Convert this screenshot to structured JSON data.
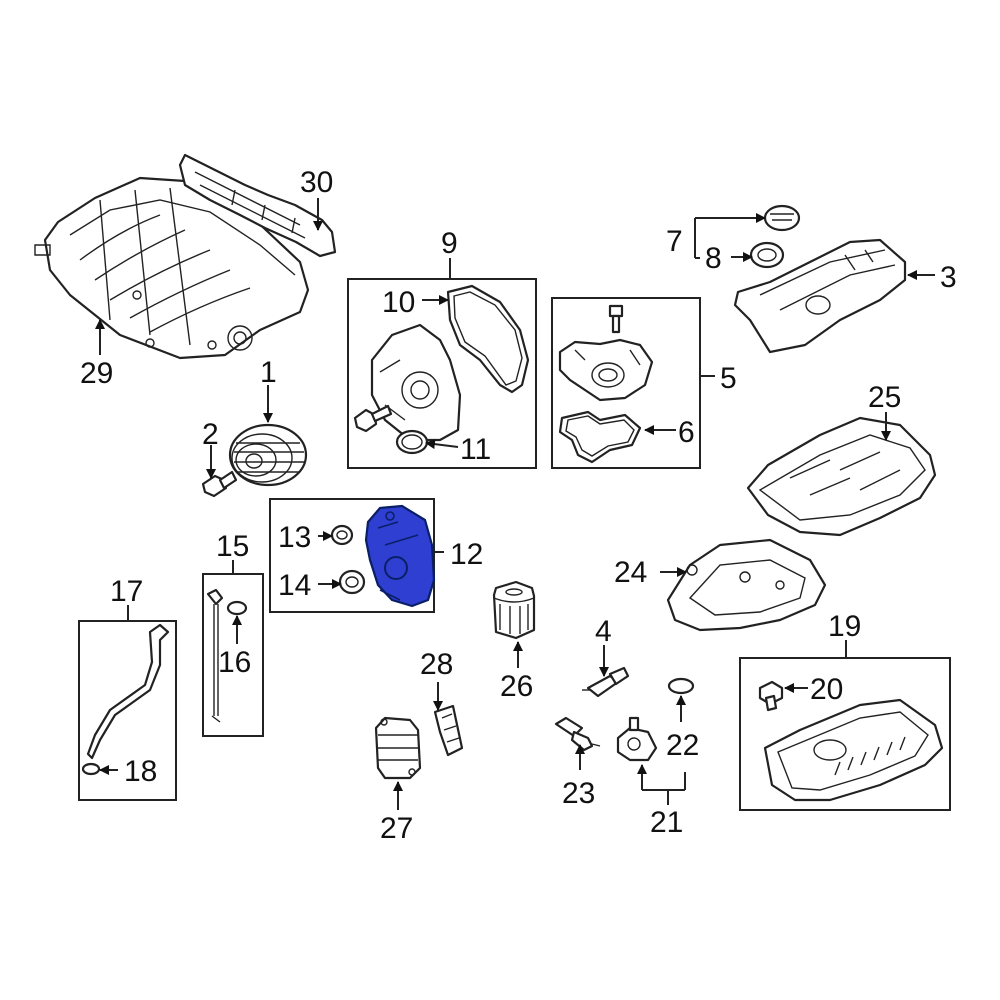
{
  "diagram": {
    "highlight_color": "#2e3fd2",
    "line_color": "#222222",
    "highlighted_part": "12",
    "callouts": {
      "c1": "1",
      "c2": "2",
      "c3": "3",
      "c4": "4",
      "c5": "5",
      "c6": "6",
      "c7": "7",
      "c8": "8",
      "c9": "9",
      "c10": "10",
      "c11": "11",
      "c12": "12",
      "c13": "13",
      "c14": "14",
      "c15": "15",
      "c16": "16",
      "c17": "17",
      "c18": "18",
      "c19": "19",
      "c20": "20",
      "c21": "21",
      "c22": "22",
      "c23": "23",
      "c24": "24",
      "c25": "25",
      "c26": "26",
      "c27": "27",
      "c28": "28",
      "c29": "29",
      "c30": "30"
    }
  }
}
